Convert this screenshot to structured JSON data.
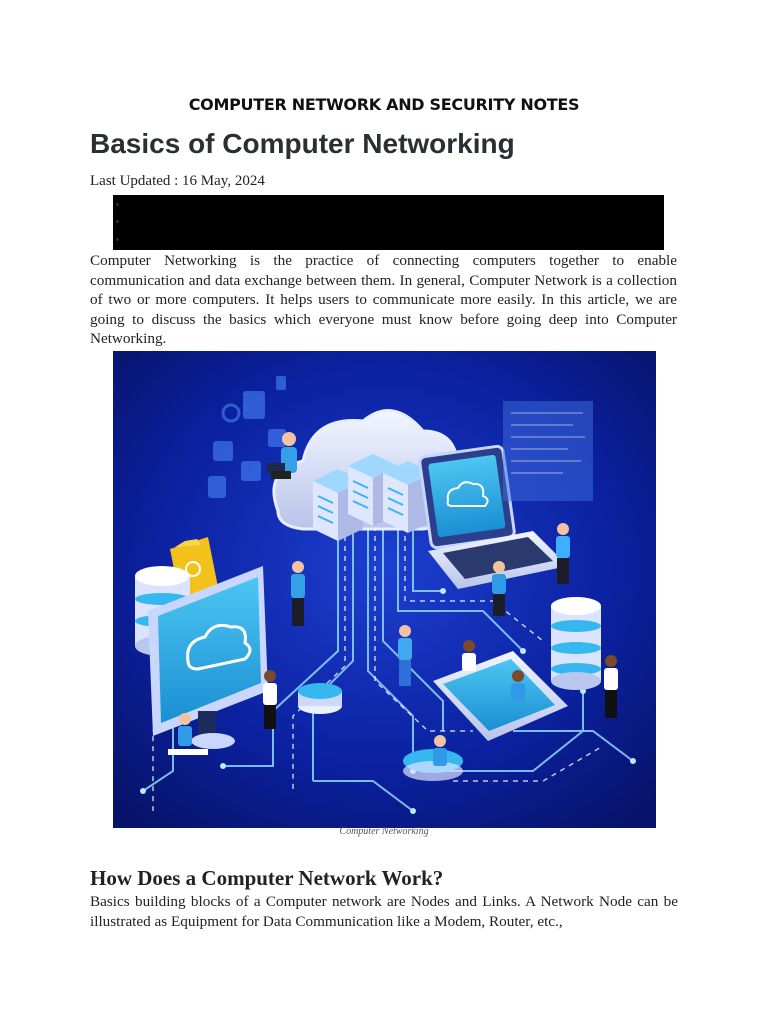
{
  "document": {
    "header": "COMPUTER NETWORK AND SECURITY NOTES",
    "title": "Basics of Computer Networking",
    "last_updated": "Last Updated : 16 May, 2024",
    "intro": "Computer Networking is the practice of connecting computers together to enable communication and data exchange between them. In general, Computer Network is a collection of two or more computers. It helps users to communicate more easily. In this article, we are going to discuss the basics which everyone must know before going deep into Computer Networking.",
    "figure_caption": "Computer Networking",
    "section_heading": "How Does a Computer Network Work?",
    "section_text": "Basics building blocks of a Computer network are Nodes and Links. A Network Node can be illustrated as Equipment for Data Communication like a Modem, Router, etc.,"
  },
  "colors": {
    "illustration_bg": "#0a1f8a",
    "circuit_line": "#8fd8ff",
    "device_screen": "#31b4e8",
    "folder": "#f2c21b"
  }
}
